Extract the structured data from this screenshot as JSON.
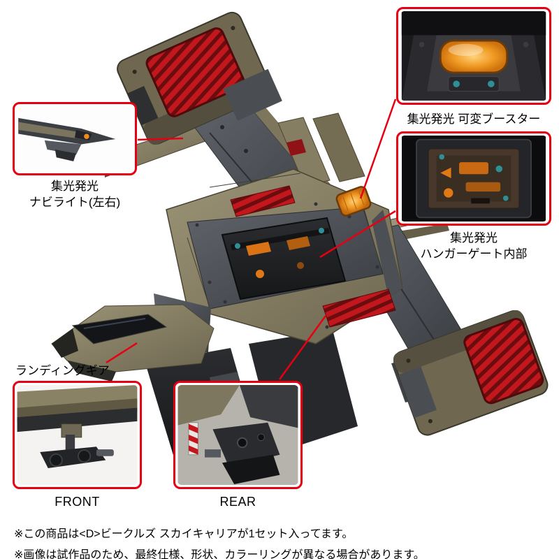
{
  "colors": {
    "accent_red": "#e60012",
    "text": "#000000",
    "background": "#ffffff",
    "grille_red": "#c2171d",
    "glow_orange": "#f09a23",
    "hull_olive": "#857d62",
    "frame_gray": "#4c4f54"
  },
  "callouts": {
    "nav_light": {
      "line1": "集光発光",
      "line2": "ナビライト(左右)"
    },
    "booster": {
      "label": "集光発光 可変ブースター"
    },
    "hangar": {
      "line1": "集光発光",
      "line2": "ハンガーゲート内部"
    },
    "landing_gear": {
      "label": "ランディングギア",
      "front_caption": "FRONT",
      "rear_caption": "REAR"
    }
  },
  "notes": [
    "※この商品は<D>ビークルズ スカイキャリアが1セット入ってます。",
    "※画像は試作品のため、最終仕様、形状、カラーリングが異なる場合があります。"
  ]
}
